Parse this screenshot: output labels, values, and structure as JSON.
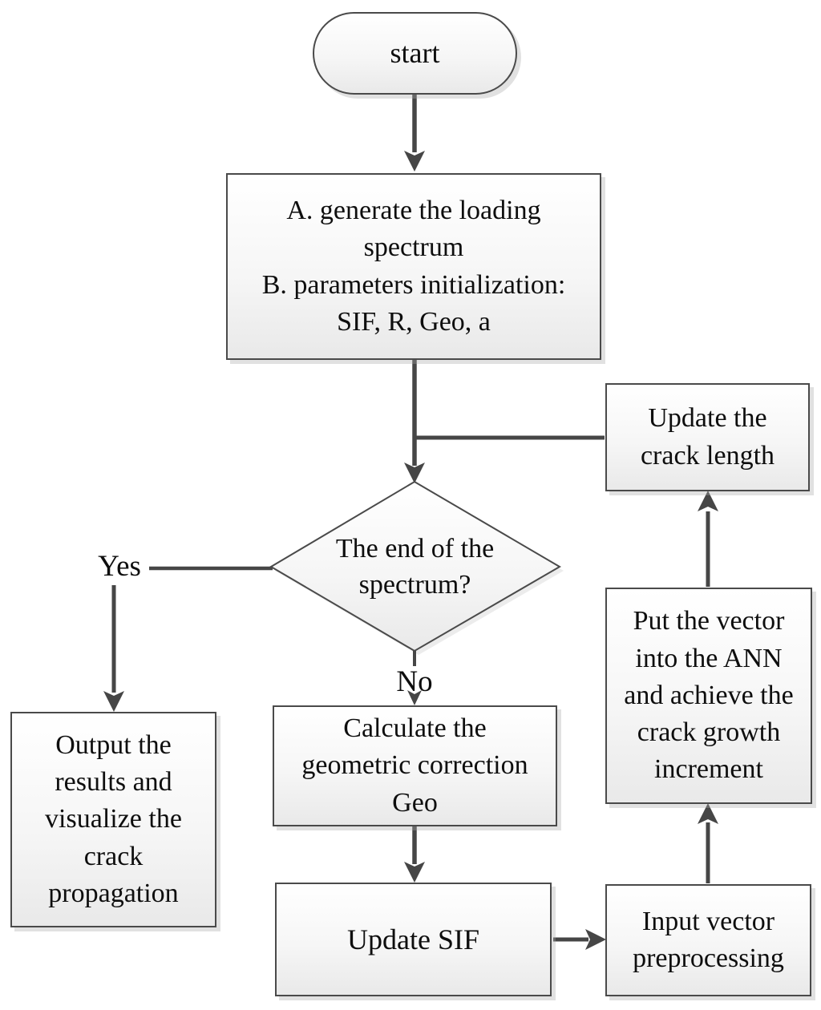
{
  "diagram": {
    "type": "flowchart",
    "background_color": "#ffffff",
    "stroke_color": "#464646",
    "node_fill_top": "#ffffff",
    "node_fill_bottom": "#e9e9e9",
    "nodes": {
      "start": "start",
      "init": "A. generate the loading\nspectrum\nB. parameters initialization:\nSIF, R, Geo, a",
      "decision": "The end of the\nspectrum?",
      "update_crack": "Update the\ncrack length",
      "output": "Output the\nresults and\nvisualize the\ncrack\npropagation",
      "calc_geo": "Calculate the\ngeometric correction\nGeo",
      "update_sif": "Update SIF",
      "input_vector": "Input vector\npreprocessing",
      "ann": "Put the vector\ninto the ANN\nand achieve the\ncrack growth\nincrement"
    },
    "labels": {
      "yes": "Yes",
      "no": "No"
    }
  }
}
